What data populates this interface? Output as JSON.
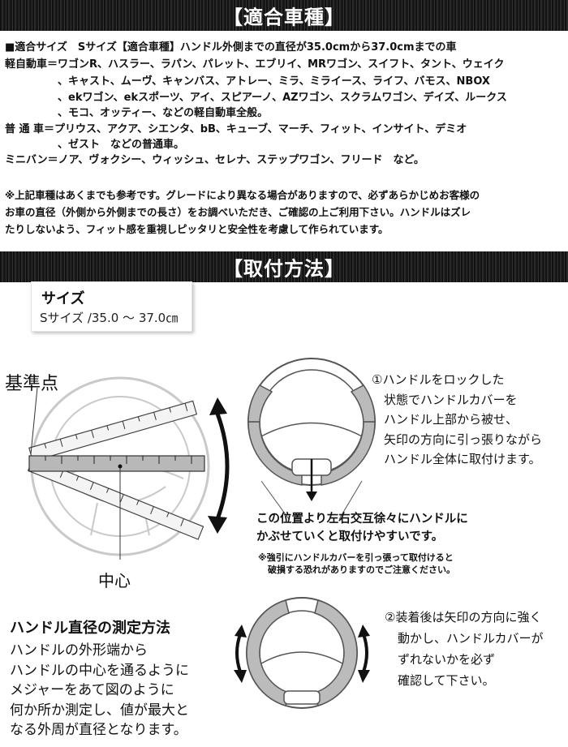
{
  "section1": {
    "title": "【適合車種】",
    "lines": [
      "■適合サイズ　Sサイズ【適合車種】ハンドル外側までの直径が35.0cmから37.0cmまでの車",
      "軽自動車＝ワゴンR、ハスラー、ラパン、パレット、エブリイ、MRワゴン、スイフト、タント、ウェイク",
      "　　　　　、キャスト、ムーヴ、キャンバス、アトレー、ミラ、ミライース、ライフ、バモス、NBOX",
      "　　　　　、ekワゴン、ekスポーツ、アイ、スピアーノ、AZワゴン、スクラムワゴン、デイズ、ルークス",
      "　　　　　、モコ、オッティー、などの軽自動車全般。",
      "普 通 車＝プリウス、アクア、シエンタ、bB、キューブ、マーチ、フィット、インサイト、デミオ",
      "　　　　　、ゼスト　などの普通車。",
      "ミニバン＝ノア、ヴォクシー、ウィッシュ、セレナ、ステップワゴン、フリード　など。"
    ],
    "notes": [
      "※上記車種はあくまでも参考です。グレードにより異なる場合がありますので、必ずあらかじめお客様の",
      "お車の直径（外側から外側までの長さ）をお調べいただき、ご確認の上ご利用下さい。ハンドルはズレ",
      "たりしないよう、フィット感を重視しピッタリと安全性を考慮して作られています。"
    ]
  },
  "section2": {
    "title": "【取付方法】",
    "size_box": {
      "heading": "サイズ",
      "value": "Sサイズ /35.0 ～ 37.0㎝"
    },
    "ref_point": "基準点",
    "center": "中心",
    "step1": [
      "①ハンドルをロックした",
      "状態でハンドルカバーを",
      "ハンドル上部から被せ、",
      "矢印の方向に引っ張りながら",
      "ハンドル全体に取付けます。"
    ],
    "tip": [
      "この位置より左右交互徐々にハンドルに",
      "かぶせていくと取付けやすいです。"
    ],
    "caution": [
      "※強引にハンドルカバーを引っ張って取付けると",
      "破損する恐れがありますのでご注意ください。"
    ],
    "measure_title": "ハンドル直径の測定方法",
    "measure_lines": [
      "ハンドルの外形端から",
      "ハンドルの中心を通るように",
      "メジャーをあて図のように",
      "何か所か測定し、値が最大と",
      "なる外周が直径となります。"
    ],
    "step2": [
      "②装着後は矢印の方向に強く",
      "動かし、ハンドルカバーが",
      "ずれないかを必ず",
      "確認して下さい。"
    ]
  }
}
